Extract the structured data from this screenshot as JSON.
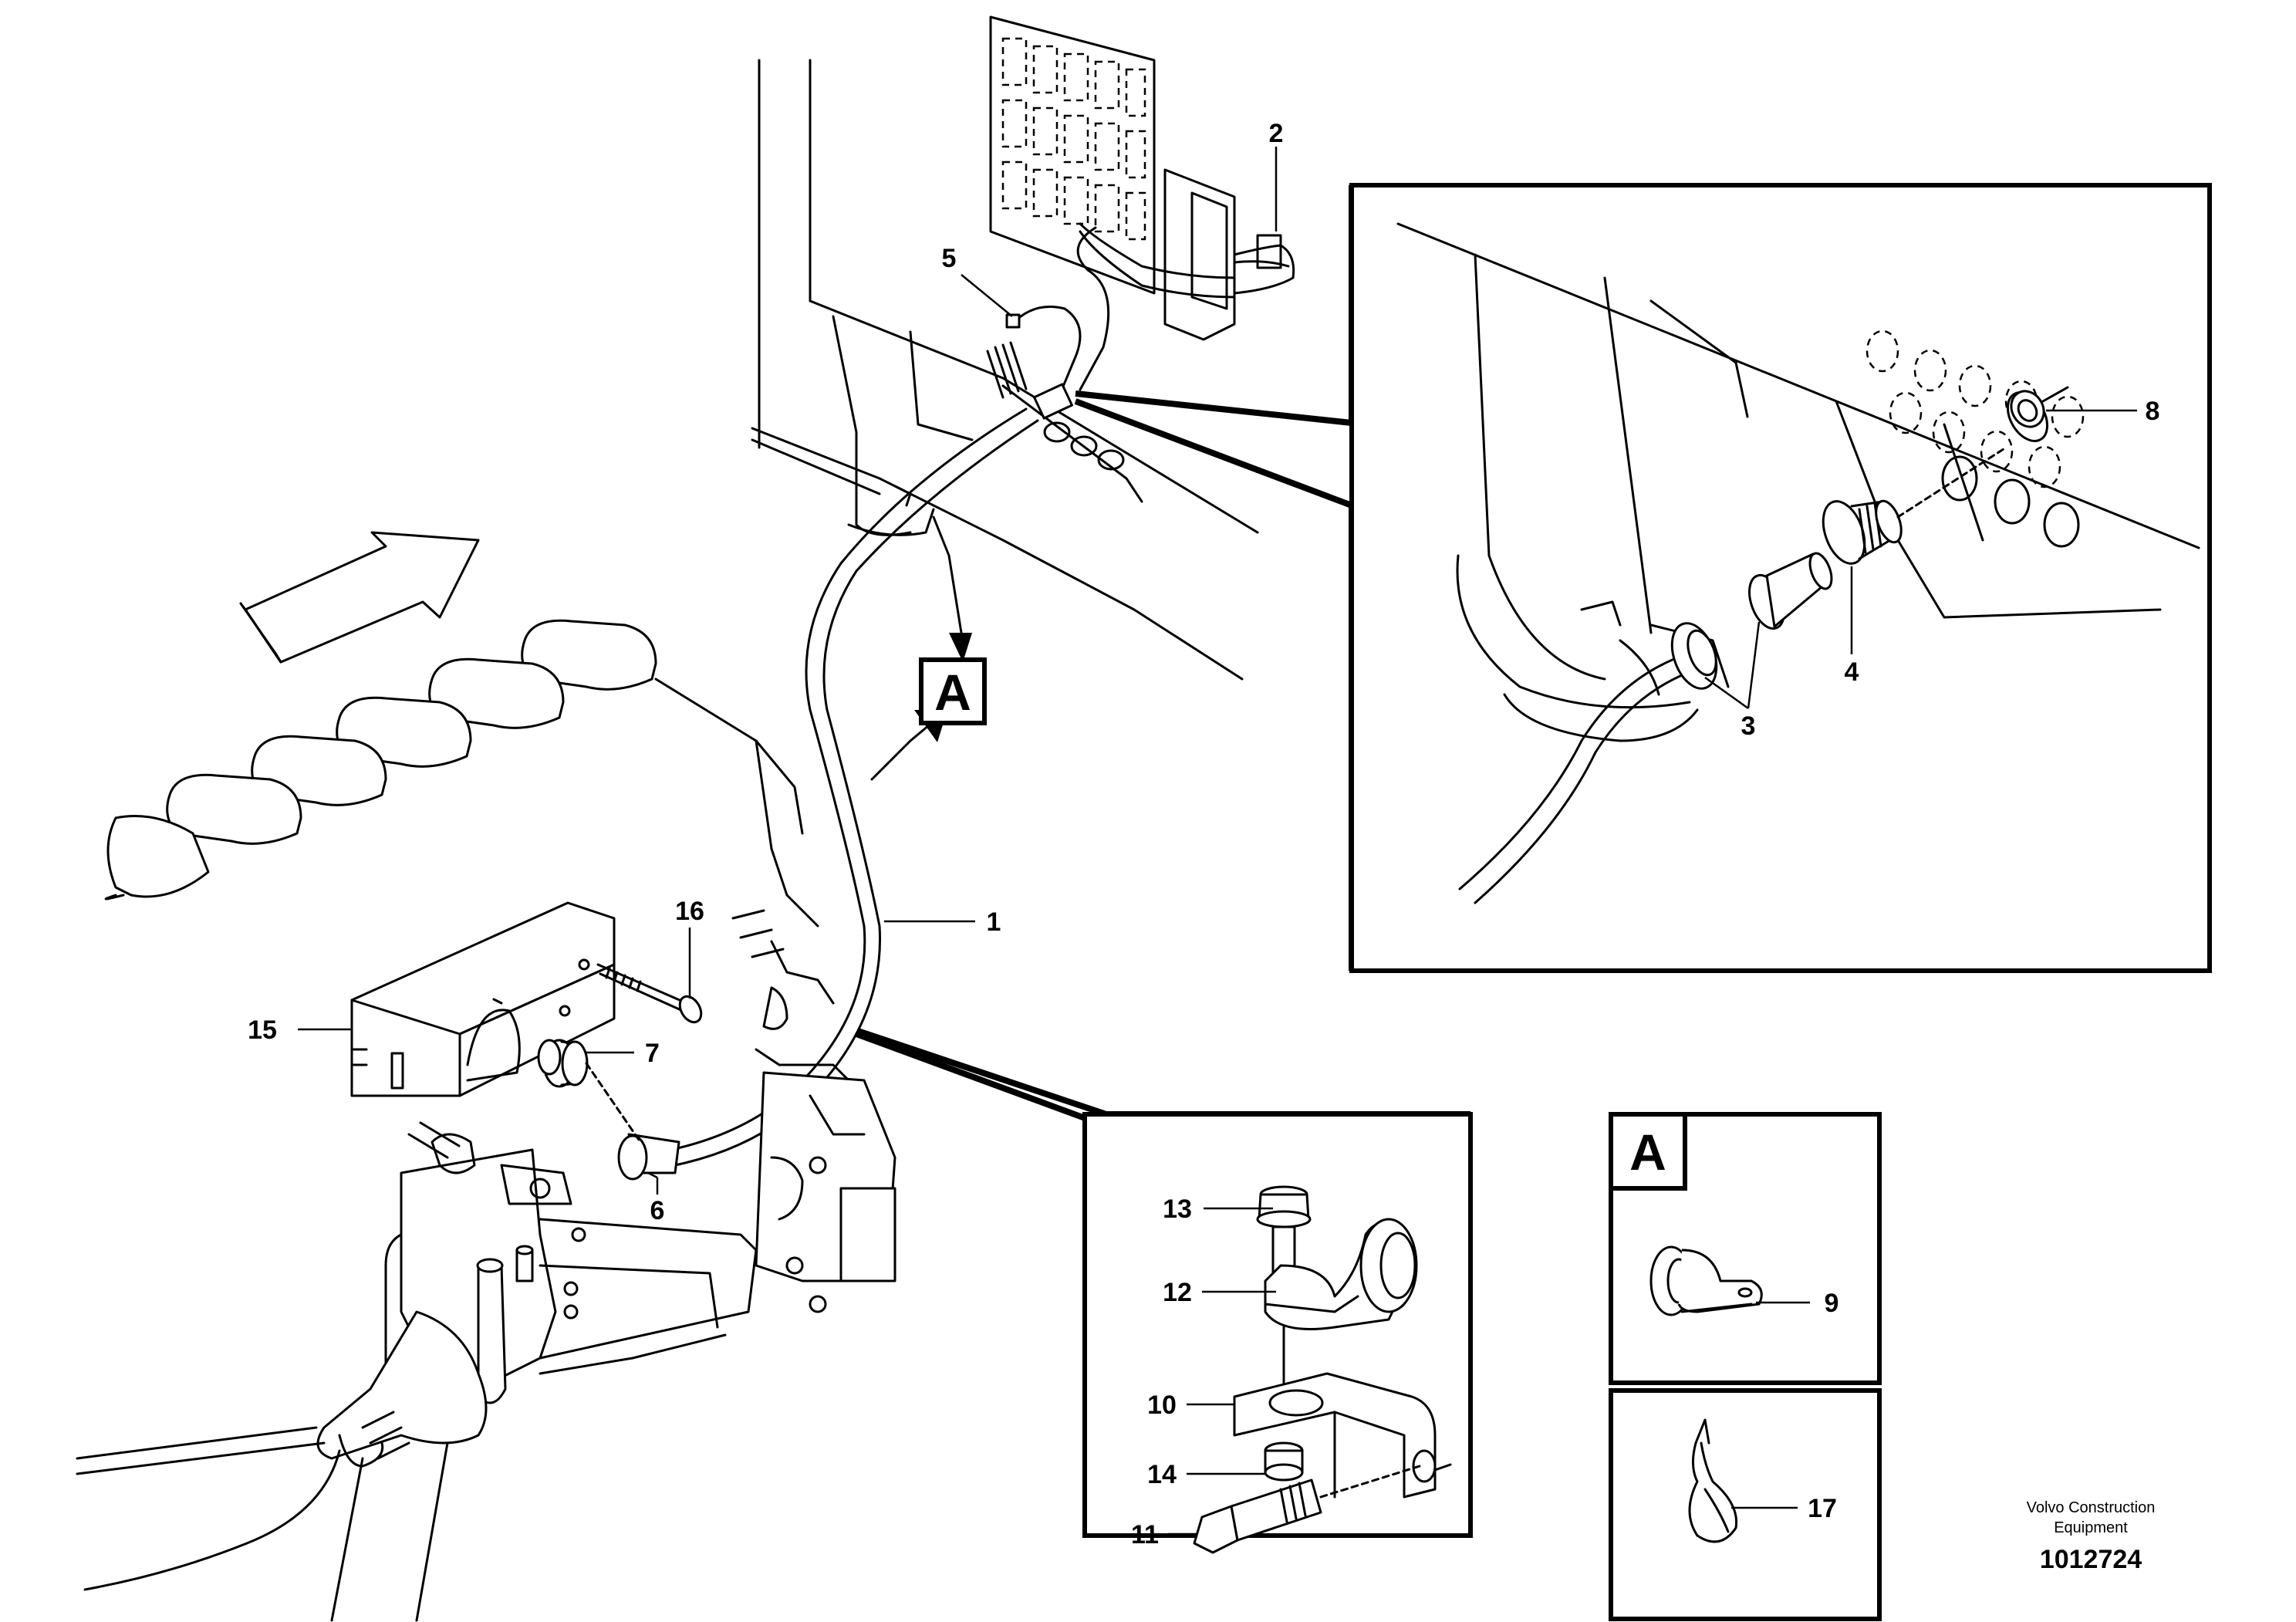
{
  "callouts": {
    "c1": "1",
    "c2": "2",
    "c3": "3",
    "c4": "4",
    "c5": "5",
    "c6": "6",
    "c7": "7",
    "c8": "8",
    "c9": "9",
    "c10": "10",
    "c11": "11",
    "c12": "12",
    "c13": "13",
    "c14": "14",
    "c15": "15",
    "c16": "16",
    "c17": "17"
  },
  "view_marker": {
    "letter": "A"
  },
  "detail_a": {
    "letter": "A"
  },
  "footer": {
    "brand_line1": "Volvo Construction",
    "brand_line2": "Equipment",
    "doc_number": "1012724"
  }
}
